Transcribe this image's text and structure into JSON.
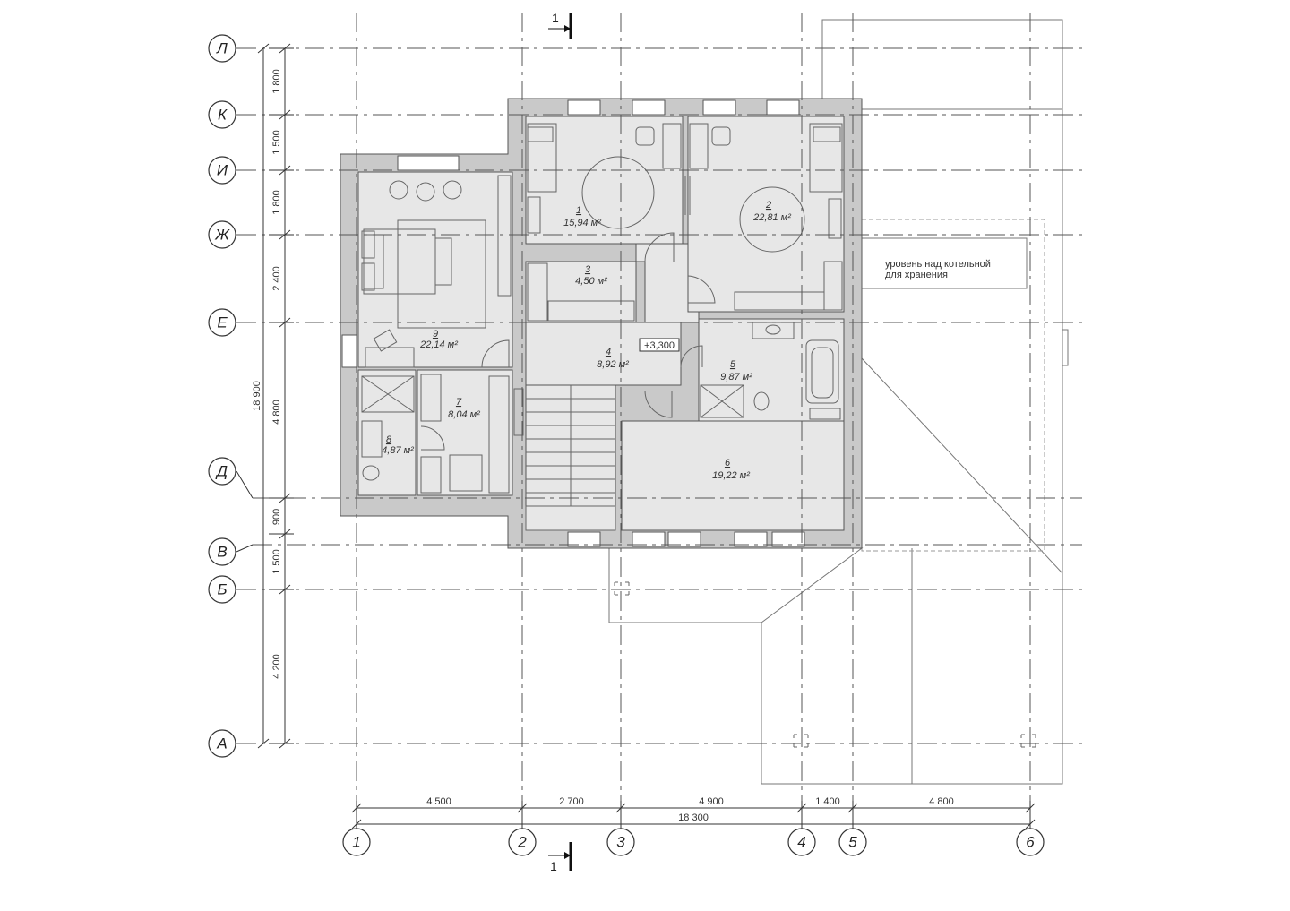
{
  "axes": {
    "rows": [
      {
        "id": "row-L",
        "label": "Л"
      },
      {
        "id": "row-K",
        "label": "К"
      },
      {
        "id": "row-I",
        "label": "И"
      },
      {
        "id": "row-Zh",
        "label": "Ж"
      },
      {
        "id": "row-E",
        "label": "Е"
      },
      {
        "id": "row-D",
        "label": "Д"
      },
      {
        "id": "row-V",
        "label": "В"
      },
      {
        "id": "row-B",
        "label": "Б"
      },
      {
        "id": "row-A",
        "label": "А"
      }
    ],
    "columns": [
      {
        "id": "col-1",
        "label": "1"
      },
      {
        "id": "col-2",
        "label": "2"
      },
      {
        "id": "col-3",
        "label": "3"
      },
      {
        "id": "col-4",
        "label": "4"
      },
      {
        "id": "col-5",
        "label": "5"
      },
      {
        "id": "col-6",
        "label": "6"
      }
    ]
  },
  "dimensions": {
    "vertical": [
      "1 800",
      "1 500",
      "1 800",
      "2 400",
      "4 800",
      "900",
      "1 500",
      "4 200"
    ],
    "vertical_total": "18 900",
    "horizontal": [
      "4 500",
      "2 700",
      "4 900",
      "1 400",
      "4 800"
    ],
    "horizontal_total": "18 300"
  },
  "section": {
    "label_top": "1",
    "label_bottom": "1"
  },
  "level_mark": "+3,300",
  "note": {
    "line1": "уровень над котельной",
    "line2": "для хранения"
  },
  "rooms": [
    {
      "num": "1",
      "area": "15,94 м²"
    },
    {
      "num": "2",
      "area": "22,81 м²"
    },
    {
      "num": "3",
      "area": "4,50 м²"
    },
    {
      "num": "4",
      "area": "8,92 м²"
    },
    {
      "num": "5",
      "area": "9,87 м²"
    },
    {
      "num": "6",
      "area": "19,22 м²"
    },
    {
      "num": "7",
      "area": "8,04 м²"
    },
    {
      "num": "8",
      "area": "4,87 м²"
    },
    {
      "num": "9",
      "area": "22,14 м²"
    }
  ]
}
